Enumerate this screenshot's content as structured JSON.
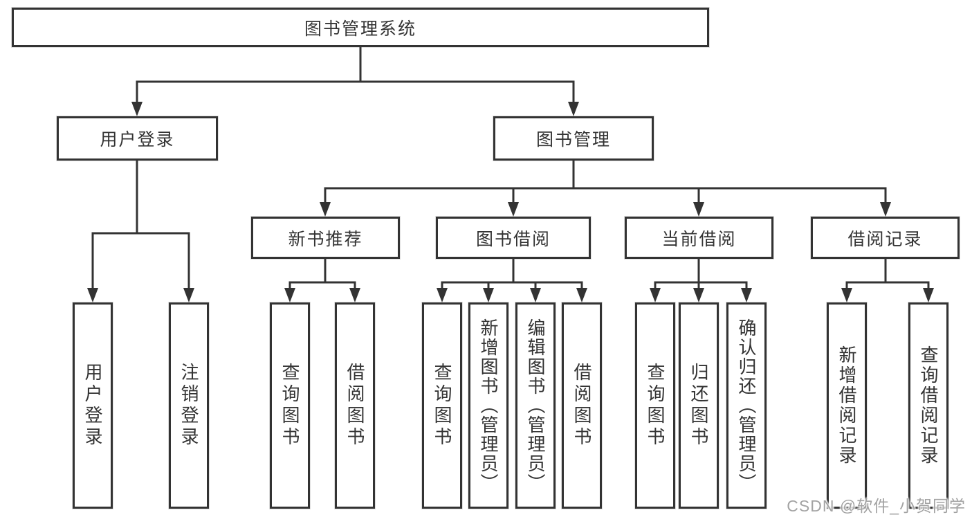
{
  "diagram": {
    "root": {
      "label": "图书管理系统"
    },
    "branches": {
      "user": {
        "label": "用户登录",
        "children": [
          {
            "label": "用户登录"
          },
          {
            "label": "注销登录"
          }
        ]
      },
      "book": {
        "label": "图书管理",
        "groups": [
          {
            "label": "新书推荐",
            "children": [
              {
                "label": "查询图书"
              },
              {
                "label": "借阅图书"
              }
            ]
          },
          {
            "label": "图书借阅",
            "children": [
              {
                "label": "查询图书"
              },
              {
                "label": "新增图书（管理员）"
              },
              {
                "label": "编辑图书（管理员）"
              },
              {
                "label": "借阅图书"
              }
            ]
          },
          {
            "label": "当前借阅",
            "children": [
              {
                "label": "查询图书"
              },
              {
                "label": "归还图书"
              },
              {
                "label": "确认归还（管理员）"
              }
            ]
          },
          {
            "label": "借阅记录",
            "children": [
              {
                "label": "新增借阅记录"
              },
              {
                "label": "查询借阅记录"
              }
            ]
          }
        ]
      }
    }
  },
  "colors": {
    "line": "#333333",
    "text": "#333333",
    "box_background": "#ffffff",
    "watermark": "#a3a3a3"
  },
  "watermark": {
    "text": "CSDN @软件_小贺同学"
  }
}
